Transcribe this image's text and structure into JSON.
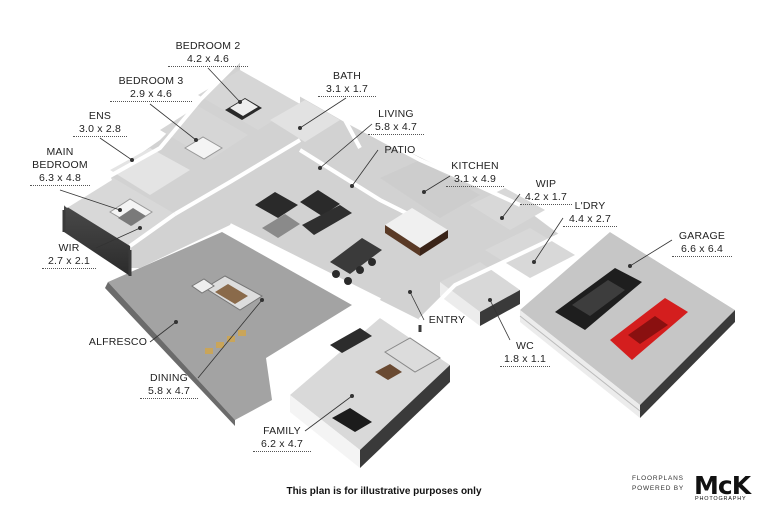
{
  "rooms": [
    {
      "id": "bedroom2",
      "name": "BEDROOM 2",
      "dims": "4.2 x 4.6"
    },
    {
      "id": "bedroom3",
      "name": "BEDROOM 3",
      "dims": "2.9 x 4.6"
    },
    {
      "id": "bath",
      "name": "BATH",
      "dims": "3.1 x 1.7"
    },
    {
      "id": "ens",
      "name": "ENS",
      "dims": "3.0 x 2.8"
    },
    {
      "id": "living",
      "name": "LIVING",
      "dims": "5.8 x 4.7"
    },
    {
      "id": "patio",
      "name": "PATIO",
      "dims": ""
    },
    {
      "id": "main_bedroom",
      "name": "MAIN\nBEDROOM",
      "dims": "6.3 x 4.8"
    },
    {
      "id": "kitchen",
      "name": "KITCHEN",
      "dims": "3.1 x 4.9"
    },
    {
      "id": "wip",
      "name": "WIP",
      "dims": "4.2 x 1.7"
    },
    {
      "id": "ldry",
      "name": "L'DRY",
      "dims": "4.4 x 2.7"
    },
    {
      "id": "garage",
      "name": "GARAGE",
      "dims": "6.6 x 6.4"
    },
    {
      "id": "wir",
      "name": "WIR",
      "dims": "2.7 x 2.1"
    },
    {
      "id": "entry",
      "name": "ENTRY",
      "dims": ""
    },
    {
      "id": "alfresco",
      "name": "ALFRESCO",
      "dims": ""
    },
    {
      "id": "wc",
      "name": "WC",
      "dims": "1.8 x 1.1"
    },
    {
      "id": "dining",
      "name": "DINING",
      "dims": "5.8 x 4.7"
    },
    {
      "id": "family",
      "name": "FAMILY",
      "dims": "6.2 x 4.7"
    }
  ],
  "footer_note": "This plan is for illustrative purposes only",
  "brand": {
    "line1": "FLOORPLANS",
    "line2": "POWERED BY",
    "logo": "McK",
    "logo_sub": "PHOTOGRAPHY"
  },
  "colors": {
    "floor": "#cfcfcf",
    "alfresco": "#9a9a9a",
    "wall_top": "#ffffff",
    "wall_side": "#3a3a3a",
    "garage_floor": "#c9c9c9",
    "car_red": "#d42020",
    "car_black": "#222222"
  }
}
